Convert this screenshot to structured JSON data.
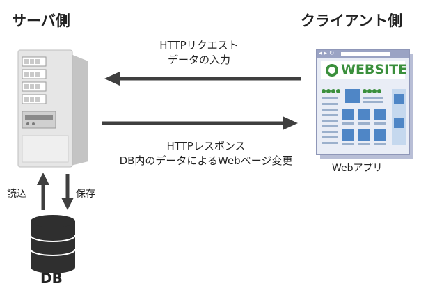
{
  "server": {
    "heading": "サーバ側"
  },
  "client": {
    "heading": "クライアント側",
    "caption": "Webアプリ"
  },
  "request": {
    "line1": "HTTPリクエスト",
    "line2": "データの入力"
  },
  "response": {
    "line1": "HTTPレスポンス",
    "line2": "DB内のデータによるWebページ変更"
  },
  "db": {
    "label": "DB",
    "read_label": "読込",
    "save_label": "保存"
  },
  "browser": {
    "site_title": "WEBSITE",
    "nav_glyphs": "◂ ▸ ↻"
  },
  "colors": {
    "arrow": "#3f3f3f",
    "server_body": "#eaeaea",
    "server_panel": "#c9c9c9",
    "browser_frame": "#8f97b8",
    "browser_page": "#dbe9f7",
    "tile_blue": "#4f86c6",
    "site_green": "#3a8f3c",
    "db": "#2f2f2f"
  }
}
